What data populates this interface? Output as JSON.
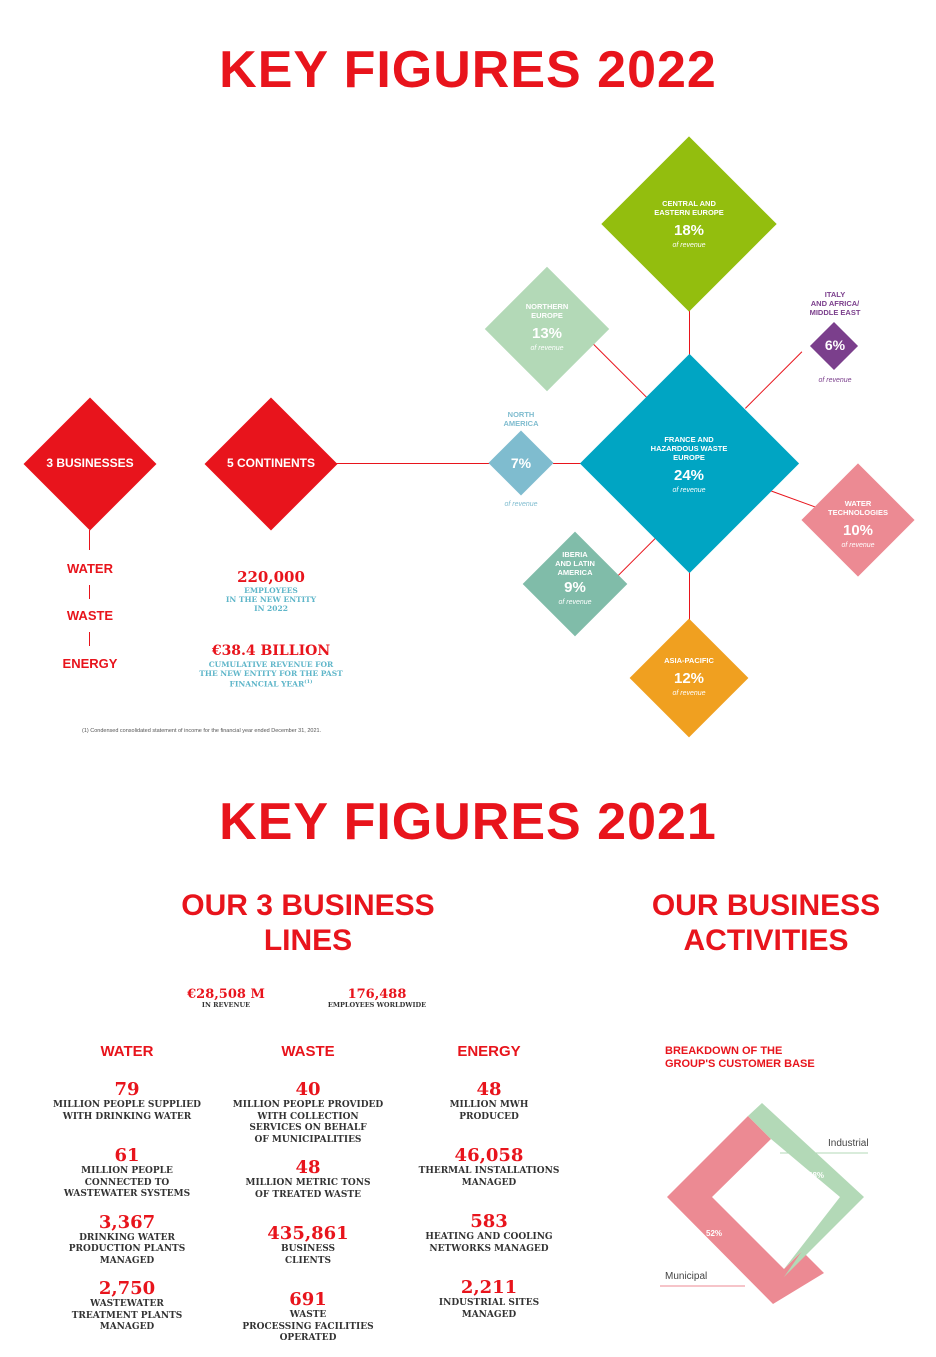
{
  "title_2022": "KEY FIGURES 2022",
  "title_2021": "KEY FIGURES 2021",
  "businesses": {
    "diamond": "3 BUSINESSES",
    "items": [
      "WATER",
      "WASTE",
      "ENERGY"
    ]
  },
  "continents": {
    "diamond": "5 CONTINENTS",
    "employees_value": "220,000",
    "employees_text": [
      "EMPLOYEES",
      "IN THE NEW ENTITY",
      "IN 2022"
    ],
    "revenue_value": "€38.4 BILLION",
    "revenue_text": [
      "CUMULATIVE REVENUE FOR",
      "THE NEW ENTITY FOR THE PAST",
      "FINANCIAL YEAR"
    ],
    "revenue_footnote_mark": "(1)"
  },
  "revenue_label": "of revenue",
  "regions": {
    "cee": {
      "name": [
        "CENTRAL AND",
        "EASTERN EUROPE"
      ],
      "pct": "18%",
      "color": "#93be0e"
    },
    "northern": {
      "name": [
        "NORTHERN",
        "EUROPE"
      ],
      "pct": "13%",
      "color": "#b3d9b7"
    },
    "italy": {
      "name": [
        "ITALY",
        "AND AFRICA/",
        "MIDDLE EAST"
      ],
      "pct": "6%",
      "color": "#7b3f8c"
    },
    "north_america": {
      "name": [
        "NORTH",
        "AMERICA"
      ],
      "pct": "7%",
      "color": "#7fbccf"
    },
    "france": {
      "name": [
        "FRANCE AND",
        "HAZARDOUS WASTE",
        "EUROPE"
      ],
      "pct": "24%",
      "color": "#00a5c3"
    },
    "water_tech": {
      "name": [
        "WATER",
        "TECHNOLOGIES"
      ],
      "pct": "10%",
      "color": "#ec8a93"
    },
    "iberia": {
      "name": [
        "IBERIA",
        "AND LATIN",
        "AMERICA"
      ],
      "pct": "9%",
      "color": "#80bca9"
    },
    "asia": {
      "name": [
        "ASIA-PACIFIC"
      ],
      "pct": "12%",
      "color": "#f0a020"
    }
  },
  "footnote": "(1) Condensed consolidated statement of income for the financial year ended December 31, 2021.",
  "business_lines": {
    "heading": [
      "OUR 3 BUSINESS",
      "LINES"
    ],
    "revenue_value": "€28,508 M",
    "revenue_label": "IN REVENUE",
    "employees_value": "176,488",
    "employees_label": "EMPLOYEES WORLDWIDE",
    "columns": [
      {
        "name": "WATER",
        "stats": [
          {
            "value": "79",
            "desc": [
              "MILLION PEOPLE SUPPLIED",
              "WITH DRINKING WATER"
            ]
          },
          {
            "value": "61",
            "desc": [
              "MILLION PEOPLE",
              "CONNECTED TO",
              "WASTEWATER SYSTEMS"
            ]
          },
          {
            "value": "3,367",
            "desc": [
              "DRINKING WATER",
              "PRODUCTION PLANTS",
              "MANAGED"
            ]
          },
          {
            "value": "2,750",
            "desc": [
              "WASTEWATER",
              "TREATMENT PLANTS",
              "MANAGED"
            ]
          }
        ]
      },
      {
        "name": "WASTE",
        "stats": [
          {
            "value": "40",
            "desc": [
              "MILLION PEOPLE PROVIDED",
              "WITH COLLECTION",
              "SERVICES ON BEHALF",
              "OF MUNICIPALITIES"
            ]
          },
          {
            "value": "48",
            "desc": [
              "MILLION METRIC TONS",
              "OF TREATED WASTE"
            ]
          },
          {
            "value": "435,861",
            "desc": [
              "BUSINESS",
              "CLIENTS"
            ]
          },
          {
            "value": "691",
            "desc": [
              "WASTE",
              "PROCESSING FACILITIES",
              "OPERATED"
            ]
          }
        ]
      },
      {
        "name": "ENERGY",
        "stats": [
          {
            "value": "48",
            "desc": [
              "MILLION MWH",
              "PRODUCED"
            ]
          },
          {
            "value": "46,058",
            "desc": [
              "THERMAL INSTALLATIONS",
              "MANAGED"
            ]
          },
          {
            "value": "583",
            "desc": [
              "HEATING AND COOLING",
              "NETWORKS MANAGED"
            ]
          },
          {
            "value": "2,211",
            "desc": [
              "INDUSTRIAL SITES",
              "MANAGED"
            ]
          }
        ]
      }
    ]
  },
  "activities": {
    "heading": [
      "OUR BUSINESS",
      "ACTIVITIES"
    ],
    "breakdown_title": [
      "BREAKDOWN OF THE",
      "GROUP'S CUSTOMER BASE"
    ],
    "industrial_label": "Industrial",
    "industrial_pct": "48%",
    "industrial_value": 48,
    "industrial_color": "#b3d9b7",
    "municipal_label": "Municipal",
    "municipal_pct": "52%",
    "municipal_value": 52,
    "municipal_color": "#ec8a93"
  }
}
